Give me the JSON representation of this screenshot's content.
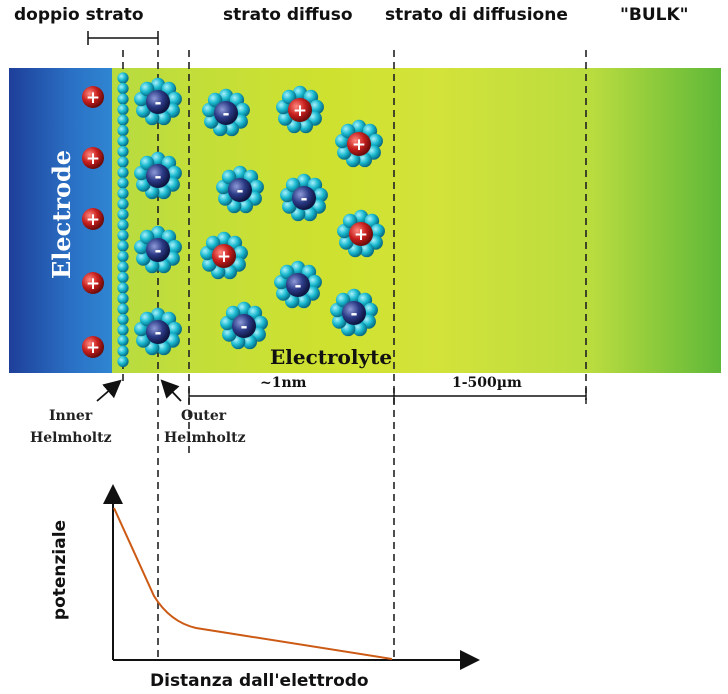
{
  "top_labels": {
    "double_layer": "doppio strato",
    "diffuse_layer": "strato diffuso",
    "diffusion_layer": "strato di diffusione",
    "bulk": "\"BULK\""
  },
  "electrode_label": "Electrode",
  "electrolyte_label": "Electrolyte",
  "dimension_labels": {
    "nm": "~1nm",
    "um": "1-500µm"
  },
  "helmholtz": {
    "inner_line1": "Inner",
    "inner_line2": "Helmholtz",
    "outer_line1": "Outer",
    "outer_line2": "Helmholtz"
  },
  "ion_signs": {
    "plus": "+",
    "minus": "-"
  },
  "axes": {
    "y": "potenziale",
    "x": "Distanza dall'elettrodo"
  },
  "colors": {
    "cation": "#c8201e",
    "anion": "#22306e",
    "water": "#19b9cf",
    "curve": "#cc5a14",
    "electrode": "#2a6fc4"
  }
}
